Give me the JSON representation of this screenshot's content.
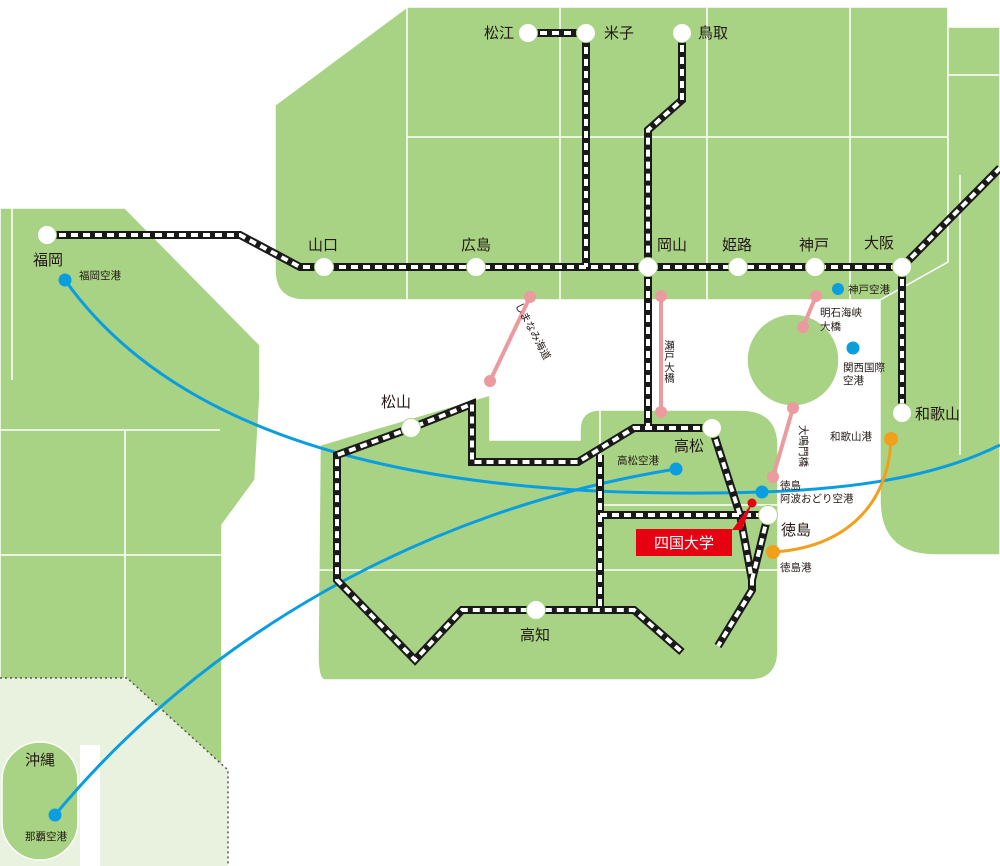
{
  "stations": {
    "matsue": "松江",
    "yonago": "米子",
    "tottori": "鳥取",
    "fukuoka": "福岡",
    "yamaguchi": "山口",
    "hiroshima": "広島",
    "okayama": "岡山",
    "himeji": "姫路",
    "kobe": "神戸",
    "osaka": "大阪",
    "matsuyama": "松山",
    "takamatsu": "高松",
    "tokushima": "徳島",
    "kochi": "高知",
    "wakayama": "和歌山",
    "okinawa": "沖縄"
  },
  "airports": {
    "fukuoka": "福岡空港",
    "kobe": "神戸空港",
    "kansai_1": "関西国際",
    "kansai_2": "空港",
    "takamatsu": "高松空港",
    "tokushima_1": "徳島",
    "tokushima_2": "阿波おどり空港",
    "naha": "那覇空港"
  },
  "ports": {
    "wakayama": "和歌山港",
    "tokushima": "徳島港"
  },
  "bridges": {
    "shimanami": "しまなみ海道",
    "seto_1": "瀬戸",
    "seto_2": "大橋",
    "akashi_1": "明石海峡",
    "akashi_2": "大橋",
    "naruto": "大鳴門橋"
  },
  "university": "四国大学",
  "colors": {
    "land": "#a8d384",
    "okinawa_land": "#e8f2de",
    "rail": "#1a1a1a",
    "airline": "#0a9ee0",
    "bridge": "#eb9a9f",
    "ferry": "#f2a01c",
    "university": "#e60012"
  },
  "icons": {
    "station": "white-circle-station-marker",
    "airport": "blue-dot-airport-marker",
    "port": "orange-dot-port-marker",
    "bridge_end": "pink-dot-bridge-marker",
    "university": "red-dot-university-marker"
  }
}
